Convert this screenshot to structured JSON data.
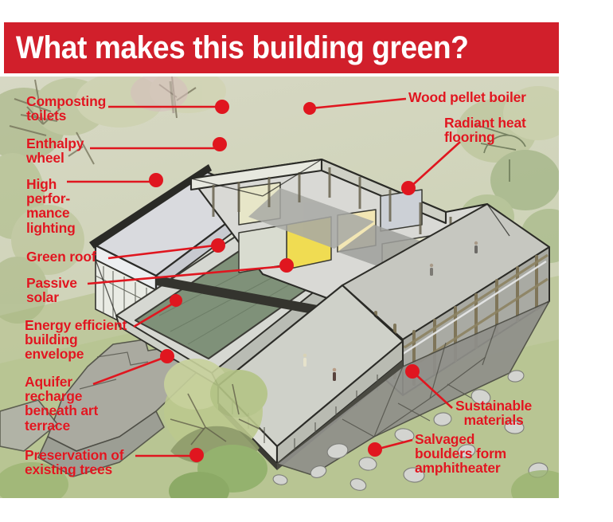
{
  "header": {
    "title": "What makes this building green?",
    "bar_color": "#d11f2b",
    "text_color": "#ffffff"
  },
  "illustration": {
    "kind": "architectural-cutaway-rendering",
    "subject": "green building",
    "background_color": "#ced3bb",
    "accent_color": "#e0161f"
  },
  "callouts": {
    "composting": {
      "lines": [
        "Composting",
        "toilets"
      ]
    },
    "enthalpy": {
      "lines": [
        "Enthalpy",
        "wheel"
      ]
    },
    "highperf": {
      "lines": [
        "High",
        "perfor-",
        "mance",
        "lighting"
      ]
    },
    "greenroof": {
      "lines": [
        "Green roof"
      ]
    },
    "passive": {
      "lines": [
        "Passive",
        "solar"
      ]
    },
    "envelope": {
      "lines": [
        "Energy efficient",
        "building",
        "envelope"
      ]
    },
    "aquifer": {
      "lines": [
        "Aquifer",
        "recharge",
        "beneath art",
        "terrace"
      ]
    },
    "trees": {
      "lines": [
        "Preservation of",
        "existing trees"
      ]
    },
    "boiler": {
      "lines": [
        "Wood pellet boiler"
      ]
    },
    "radiant": {
      "lines": [
        "Radiant heat",
        "flooring"
      ]
    },
    "sustain": {
      "lines": [
        "Sustainable",
        "materials"
      ]
    },
    "salvage": {
      "lines": [
        "Salvaged",
        "boulders  form",
        "amphitheater"
      ]
    }
  }
}
